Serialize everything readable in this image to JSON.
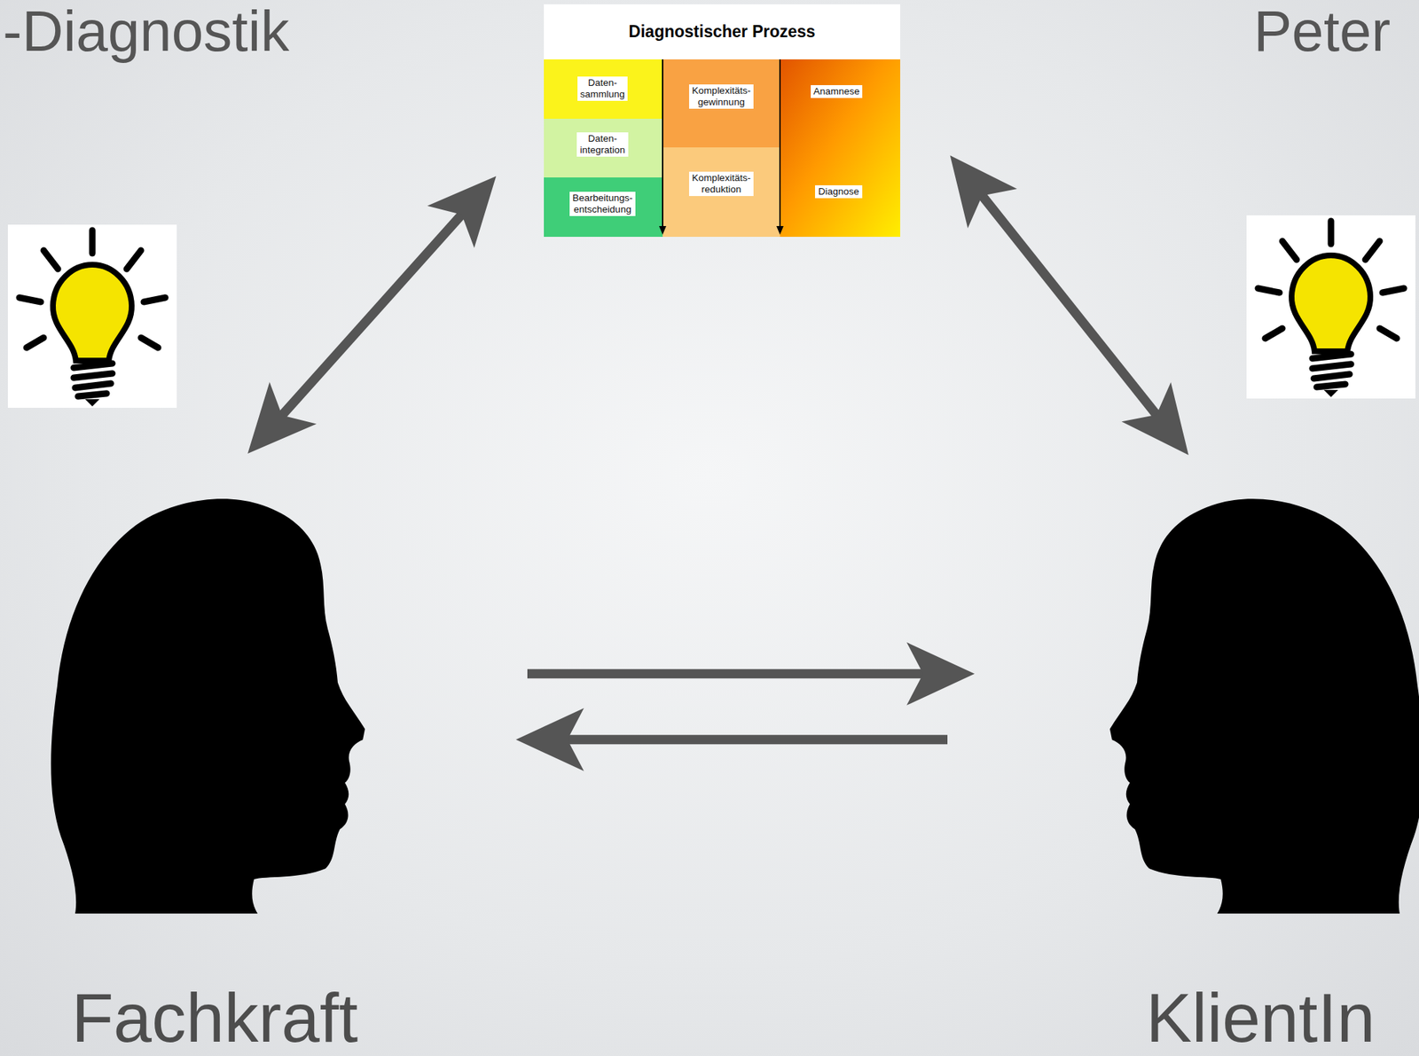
{
  "diagram": {
    "nodes": [
      {
        "text": [
          "Diagnostischer Prozess"
        ]
      },
      {
        "text": [
          "Daten- sammlung"
        ],
        "in": 0
      },
      {
        "text": [
          "Daten- integration"
        ],
        "in": 0
      },
      {
        "text": [
          "Bearbeitungs- entscheidung"
        ],
        "in": 0
      },
      {
        "text": [
          "Komplexitäts- gewinnung"
        ],
        "in": 0
      },
      {
        "text": [
          "Komplexitäts- reduktion"
        ],
        "in": 0
      },
      {
        "text": [
          "Anamnese"
        ],
        "in": 0
      },
      {
        "text": [
          "Diagnose"
        ],
        "in": 0
      },
      {
        "text": [
          "Fachkraft"
        ]
      },
      {
        "text": [
          "KlientIn"
        ]
      }
    ],
    "edges": [
      {
        "from": 8,
        "to": 0,
        "arrow": "both"
      },
      {
        "from": 0,
        "to": 9,
        "arrow": "both"
      },
      {
        "from": 8,
        "to": 9,
        "arrow": "to"
      },
      {
        "from": 9,
        "to": 8,
        "arrow": "to"
      }
    ],
    "labels": [
      "-Diagnostik",
      "Peter"
    ]
  }
}
